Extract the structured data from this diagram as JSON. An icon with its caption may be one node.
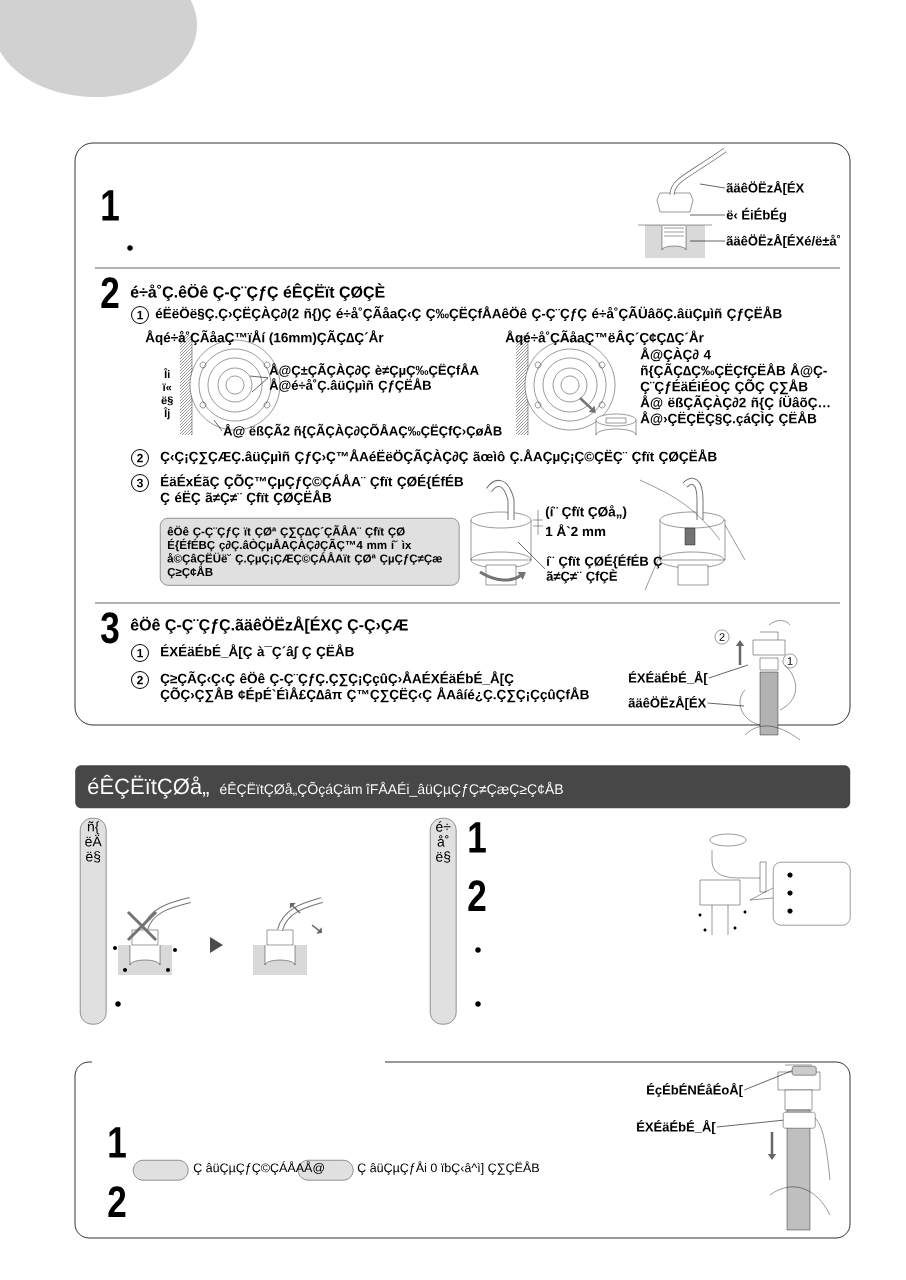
{
  "diagram": {
    "nodes": [
      {
        "text": [
          "ãäêÖËzÅ[ÉX"
        ]
      },
      {
        "text": [
          "ë‹ ÉiÉbÉg"
        ]
      },
      {
        "text": [
          "ãäêÖËzÅ[ÉXé/ë±å˚"
        ]
      },
      {
        "text": [
          "Å@Ç±ÇÃÇÀÇ∂Ç è≠ÇµÇ‰ÇËÇfÅA Å@é÷å˚Ç.âüÇµìñ ÇƒÇËÅB"
        ]
      },
      {
        "text": [
          "Å@ ëßÇÃ2 ñ{ÇÃÇÀÇ∂ÇÕÅAÇ‰ÇËÇfÇ›ÇøÅB"
        ]
      },
      {
        "text": [
          "êÖê Ç-Ç¨ÇƒÇ ït ÇØª Ç∑Ç∆Ç´ÇÃÅA¨ Çfït ÇØ É{ÉfÉBÇ ç∂Ç.âÒÇµÅAÇÀÇ∂ÇÃÇ™4 mm í˘ ìx å©ÇâÇËÜë˘ Ç.ÇµÇ¡ÇÆÇ©ÇÁÅAït ÇØª ÇµÇƒÇ≠Çæ Ç≥Ç¢ÅB"
        ]
      },
      {
        "text": [
          "í¨ Çfït ÇØÉ{ÉfÉB Ç ã≠Ç≠¨ ÇfÇÈ"
        ]
      },
      {
        "text": [
          "ÉXÉäÉbÉ_Å["
        ]
      },
      {
        "text": [
          "ãäêÖËzÅ[ÉX"
        ]
      },
      {
        "text": [
          "éÊÇËïtÇØå„",
          "éÊÇËïtÇØå„ÇÕçáÇäm îFÅAÉi_âüÇµÇƒÇ≠ÇæÇ≥Ç¢ÅB"
        ]
      },
      {
        "text": [
          "ñ{ ëÄ ë§"
        ]
      },
      {
        "text": [
          "é÷ å˚ ë§"
        ]
      },
      {
        "text": [],
        "shape": "box"
      },
      {
        "text": [],
        "shape": "box"
      },
      {
        "text": [],
        "shape": "box"
      },
      {
        "text": [
          "ÉçÉbÉNÉåÉoÅ["
        ]
      },
      {
        "text": [
          "ÉXÉäÉbÉ_Å["
        ]
      },
      {
        "text": [],
        "shape": "box"
      },
      {
        "text": [],
        "shape": "box"
      }
    ],
    "edges": [
      {
        "from": 0,
        "to": null,
        "arrow": "none"
      },
      {
        "from": 1,
        "to": null,
        "arrow": "none"
      },
      {
        "from": 2,
        "to": null,
        "arrow": "none"
      },
      {
        "from": 3,
        "to": null,
        "arrow": "none"
      },
      {
        "from": 3,
        "to": null,
        "arrow": "none"
      },
      {
        "from": 4,
        "to": null,
        "arrow": "none"
      },
      {
        "from": 6,
        "to": null,
        "arrow": "none"
      },
      {
        "from": 7,
        "to": null,
        "arrow": "none"
      },
      {
        "from": 8,
        "to": null,
        "arrow": "none"
      },
      {
        "from": 15,
        "to": 17,
        "arrow": "none"
      },
      {
        "from": 16,
        "to": 18,
        "arrow": "none"
      }
    ],
    "labels": [
      "1",
      "2",
      "é÷å˚Ç.êÖê Ç-Ç¨ÇƒÇ éÊÇËït ÇØÇÈ",
      "1",
      "éËëÖë§Ç.Ç›ÇËÇÀÇ∂(2 ñ{)Ç é÷å˚ÇÃåaÇ‹Ç Ç‰ÇËÇfÅAêÖê Ç-Ç¨ÇƒÇ é÷å˚ÇÃÜâõÇ.âüÇµìñ ÇƒÇËÅB",
      "Åqé÷å˚ÇÃåaÇ™ïÅí (16mm)ÇÃÇ∆Ç´År",
      "Åqé÷å˚ÇÃåaÇ™ëÂÇ´Ç¢Ç∆Ç´År",
      "Îi ï« ë§ Îj",
      "Å@ÇÀÇ∂ 4 ñ{ÇÃÇ∆Ç‰ÇËÇfÇËÅB Å@Ç-Ç¨ÇƒÉäÉiÉOÇ ÇÕÇ Ç∑ÅB Å@ ëßÇÃÇÀÇ∂2 ñ{Ç íÜâõÇ… Å@›ÇËÇËÇ§Ç.çáÇÌÇ ÇËÅB",
      "2",
      "Ç‹Ç¡Ç∑ÇÆÇ.âüÇµìñ ÇƒÇ›Ç™ÅAéËëÖÇÃÇÀÇ∂Ç ãœìô Ç.ÅAÇµÇ¡Ç©ÇËÇ¨ Çfït ÇØÇËÅB",
      "3",
      "ÉäÉxÉãÇ ÇÕÇ™ÇµÇƒÇ©ÇÁÅA¨ Çfït ÇØÉ{ÉfÉB Ç éËÇ ã≠Ç≠¨ Çfït ÇØÇËÅB",
      "(í¨ Çfït ÇØå„)",
      "1 Å`2 mm",
      "3",
      "êÖê Ç-Ç¨ÇƒÇ.ãäêÖËzÅ[ÉXÇ Ç-Ç›ÇÆ",
      "1",
      "ÉXÉäÉbÉ_Å[Ç à¯Ç´â∫ Ç ÇËÅB",
      "2",
      "Ç≥ÇÃÇ‹Ç‹Ç êÖê Ç-Ç¨ÇƒÇ.Ç∑Ç¡ÇçûÇ›ÅAÉXÉäÉbÉ_Å[Ç ÇÕÇ›Ç∑ÅB ¢ÉpÉ`ÉìÅ£Ç∆âπ Ç™Ç∑ÇËÇ‹Ç ÅAâíé¿Ç.Ç∑Ç¡ÇçûÇfÅB",
      "2",
      "1",
      "1",
      "2",
      "1",
      "Ç âüÇµÇƒÇ©ÇÁÅAÅ@",
      "Ç âüÇµÇƒÅi 0 ïbÇ‹â^ì] Ç∑ÇËÅB",
      "2"
    ]
  }
}
